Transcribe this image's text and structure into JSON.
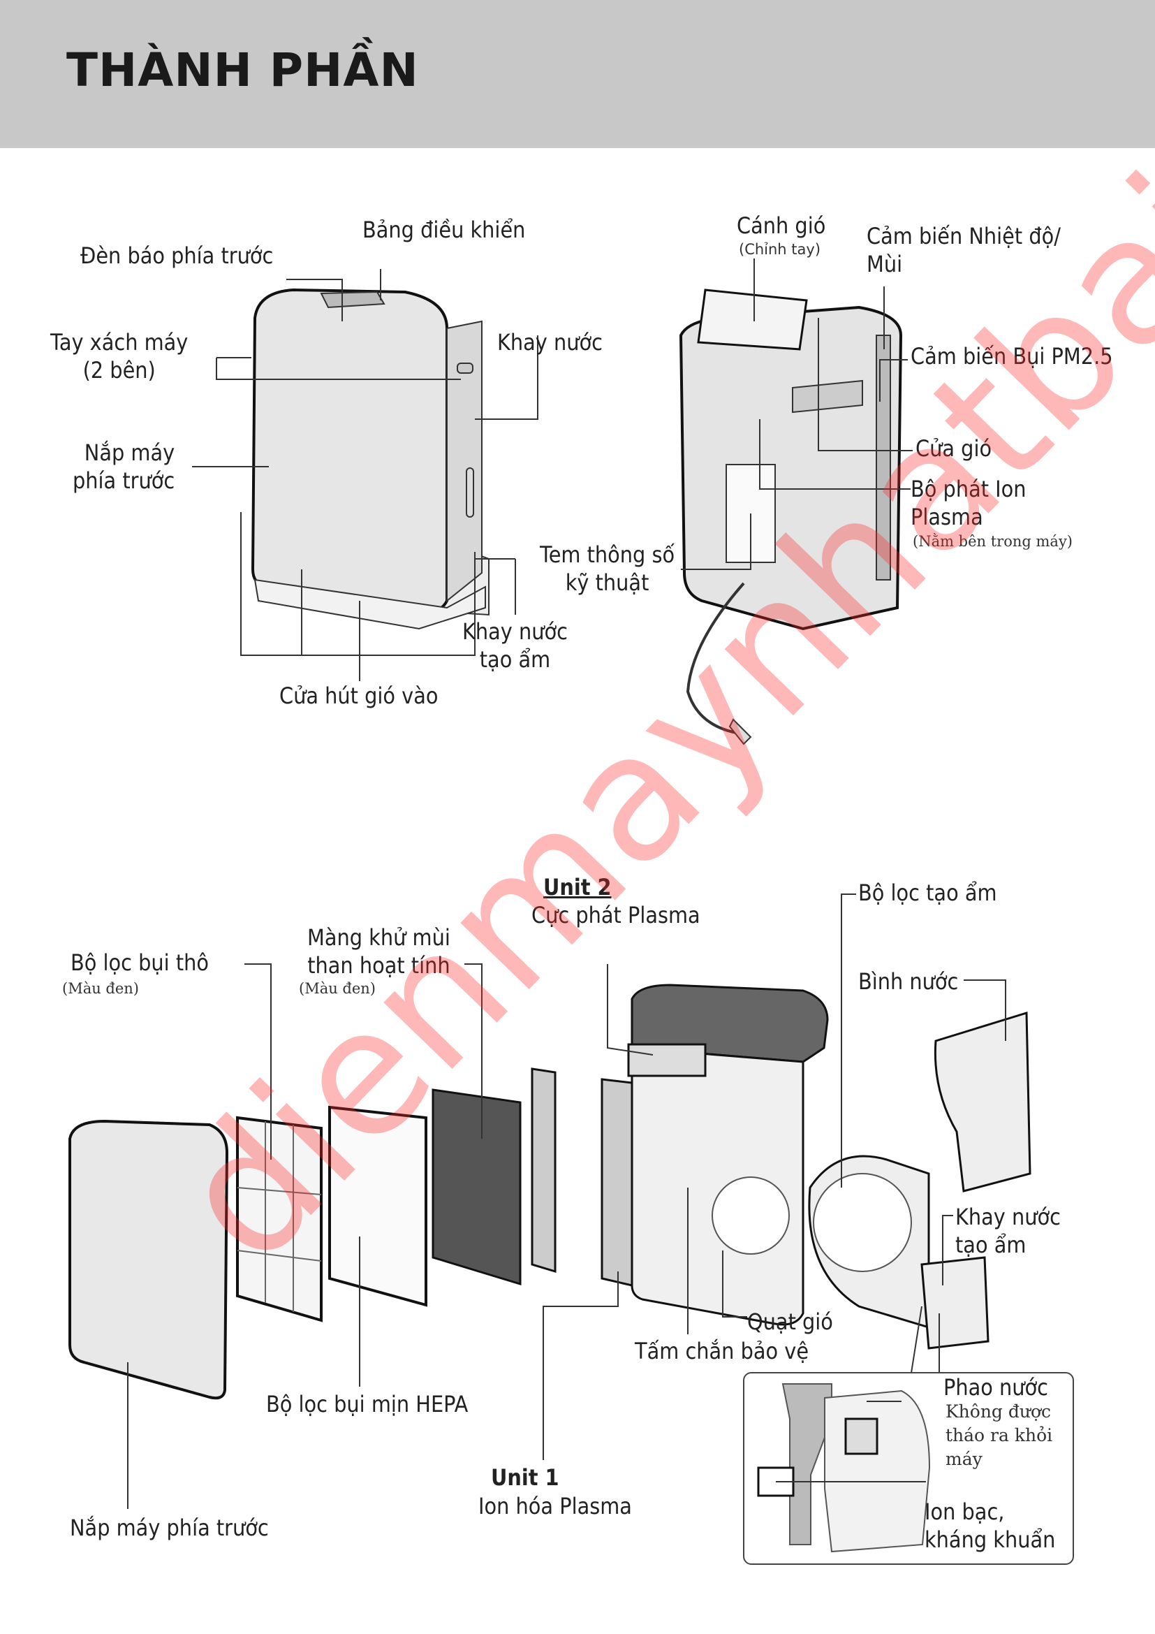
{
  "header": {
    "title": "THÀNH PHẦN"
  },
  "front_view": {
    "front_indicator": "Đèn báo phía trước",
    "control_panel": "Bảng điều khiển",
    "handle": [
      "Tay xách máy",
      "(2 bên)"
    ],
    "water_tray": "Khay nước",
    "front_cover": [
      "Nắp máy",
      "phía trước"
    ],
    "humidify_tray": [
      "Khay nước",
      "tạo ẩm"
    ],
    "air_inlet": "Cửa hút gió vào"
  },
  "rear_view": {
    "louver": "Cánh gió",
    "louver_note": "(Chỉnh tay)",
    "temp_sensor": [
      "Cảm biến Nhiệt độ/",
      "Mùi"
    ],
    "dust_sensor": "Cảm biến Bụi PM2.5",
    "air_outlet": "Cửa gió",
    "ion_generator": [
      "Bộ phát Ion",
      "Plasma"
    ],
    "ion_note": "(Nằm bên trong máy)",
    "spec_label": [
      "Tem thông số",
      "kỹ thuật"
    ]
  },
  "exploded_view": {
    "unit2_title": "Unit 2",
    "unit2_desc": "Cực phát Plasma",
    "humidify_filter": "Bộ lọc tạo ẩm",
    "deodorizing_filter": [
      "Màng khử mùi",
      "than hoạt tính"
    ],
    "deodorizing_note": "(Màu đen)",
    "pre_filter": "Bộ lọc bụi thô",
    "pre_filter_note": "(Màu đen)",
    "water_tank": "Bình nước",
    "humidify_tray": [
      "Khay nước",
      "tạo ẩm"
    ],
    "fan": "Quạt gió",
    "guard": "Tấm chắn bảo vệ",
    "hepa": "Bộ lọc bụi mịn HEPA",
    "unit1_title": "Unit 1",
    "unit1_desc": "Ion hóa Plasma",
    "front_cover": "Nắp máy phía trước",
    "inset": {
      "float": "Phao nước",
      "float_note": [
        "Không được",
        "tháo ra khỏi",
        "máy"
      ],
      "silver_ion": [
        "Ion bạc,",
        "kháng khuẩn"
      ]
    }
  },
  "watermark": "dienmaynhatbai.com"
}
